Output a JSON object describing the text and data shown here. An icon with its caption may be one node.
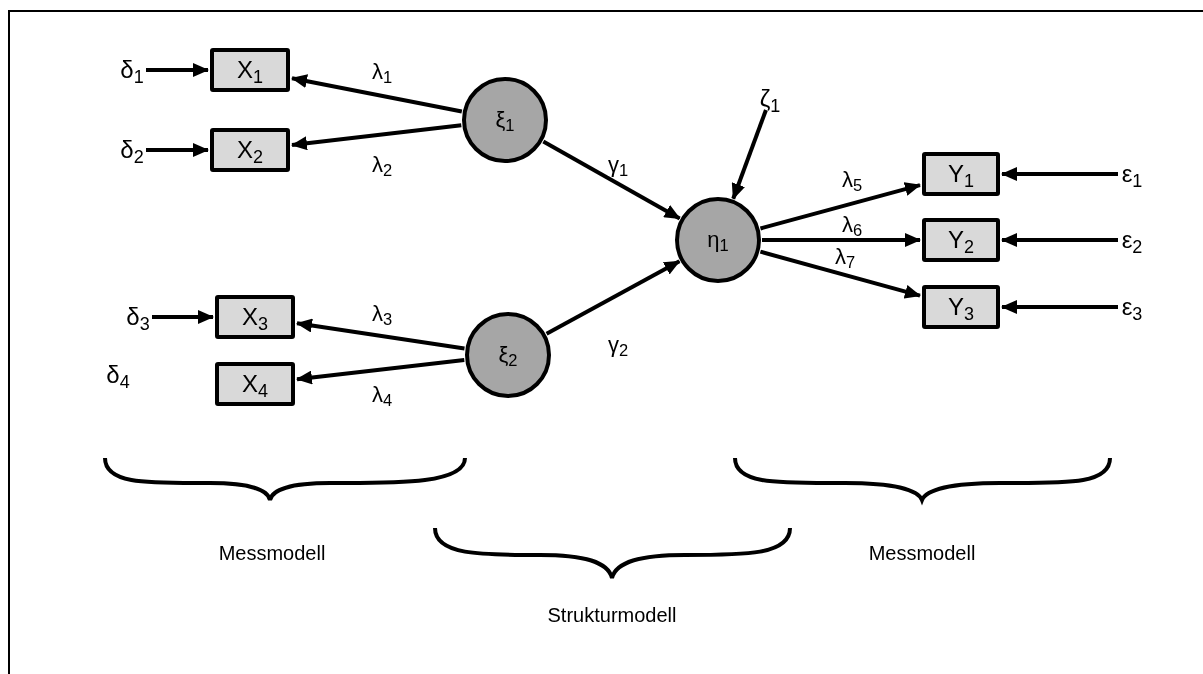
{
  "diagram": {
    "nodes": [
      {
        "text": [
          "δ$_{1}$"
        ]
      },
      {
        "text": [
          "X$_{1}$"
        ]
      },
      {
        "text": [
          "δ$_{2}$"
        ]
      },
      {
        "text": [
          "X$_{2}$"
        ]
      },
      {
        "text": [
          "δ$_{3}$"
        ]
      },
      {
        "text": [
          "X$_{3}$"
        ]
      },
      {
        "text": [
          "X$_{4}$"
        ]
      },
      {
        "text": [
          "ξ$_{1}$"
        ]
      },
      {
        "text": [
          "ξ$_{2}$"
        ]
      },
      {
        "text": [
          "ζ$_{1}$"
        ]
      },
      {
        "text": [
          "η$_{1}$"
        ]
      },
      {
        "text": [
          "Y$_{1}$"
        ]
      },
      {
        "text": [
          "Y$_{2}$"
        ]
      },
      {
        "text": [
          "Y$_{3}$"
        ]
      },
      {
        "text": [
          "ε$_{1}$"
        ]
      },
      {
        "text": [
          "ε$_{2}$"
        ]
      },
      {
        "text": [
          "ε$_{3}$"
        ]
      }
    ],
    "edges": [
      {
        "from": 0,
        "to": 1,
        "arrow": "to"
      },
      {
        "from": 2,
        "to": 3,
        "arrow": "to"
      },
      {
        "from": 4,
        "to": 5,
        "arrow": "to"
      },
      {
        "from": 7,
        "to": 1,
        "arrow": "to",
        "label": "λ$_{1}$"
      },
      {
        "from": 7,
        "to": 3,
        "arrow": "to",
        "label": "λ$_{2}$"
      },
      {
        "from": 8,
        "to": 5,
        "arrow": "to",
        "label": "λ$_{3}$"
      },
      {
        "from": 8,
        "to": 6,
        "arrow": "to",
        "label": "λ$_{4}$"
      },
      {
        "from": 7,
        "to": 10,
        "arrow": "to",
        "label": "γ$_{1}$"
      },
      {
        "from": 8,
        "to": 10,
        "arrow": "to",
        "label": "γ$_{2}$"
      },
      {
        "from": 9,
        "to": 10,
        "arrow": "to"
      },
      {
        "from": 10,
        "to": 11,
        "arrow": "to",
        "label": "λ$_{5}$"
      },
      {
        "from": 10,
        "to": 12,
        "arrow": "to",
        "label": "λ$_{6}$"
      },
      {
        "from": 10,
        "to": 13,
        "arrow": "to",
        "label": "λ$_{7}$"
      },
      {
        "from": 14,
        "to": 11,
        "arrow": "to"
      },
      {
        "from": 15,
        "to": 12,
        "arrow": "to"
      },
      {
        "from": 16,
        "to": 13,
        "arrow": "to"
      }
    ],
    "labels": [
      "δ$_{4}$",
      "Messmodell",
      "Strukturmodell",
      "Messmodell"
    ]
  }
}
